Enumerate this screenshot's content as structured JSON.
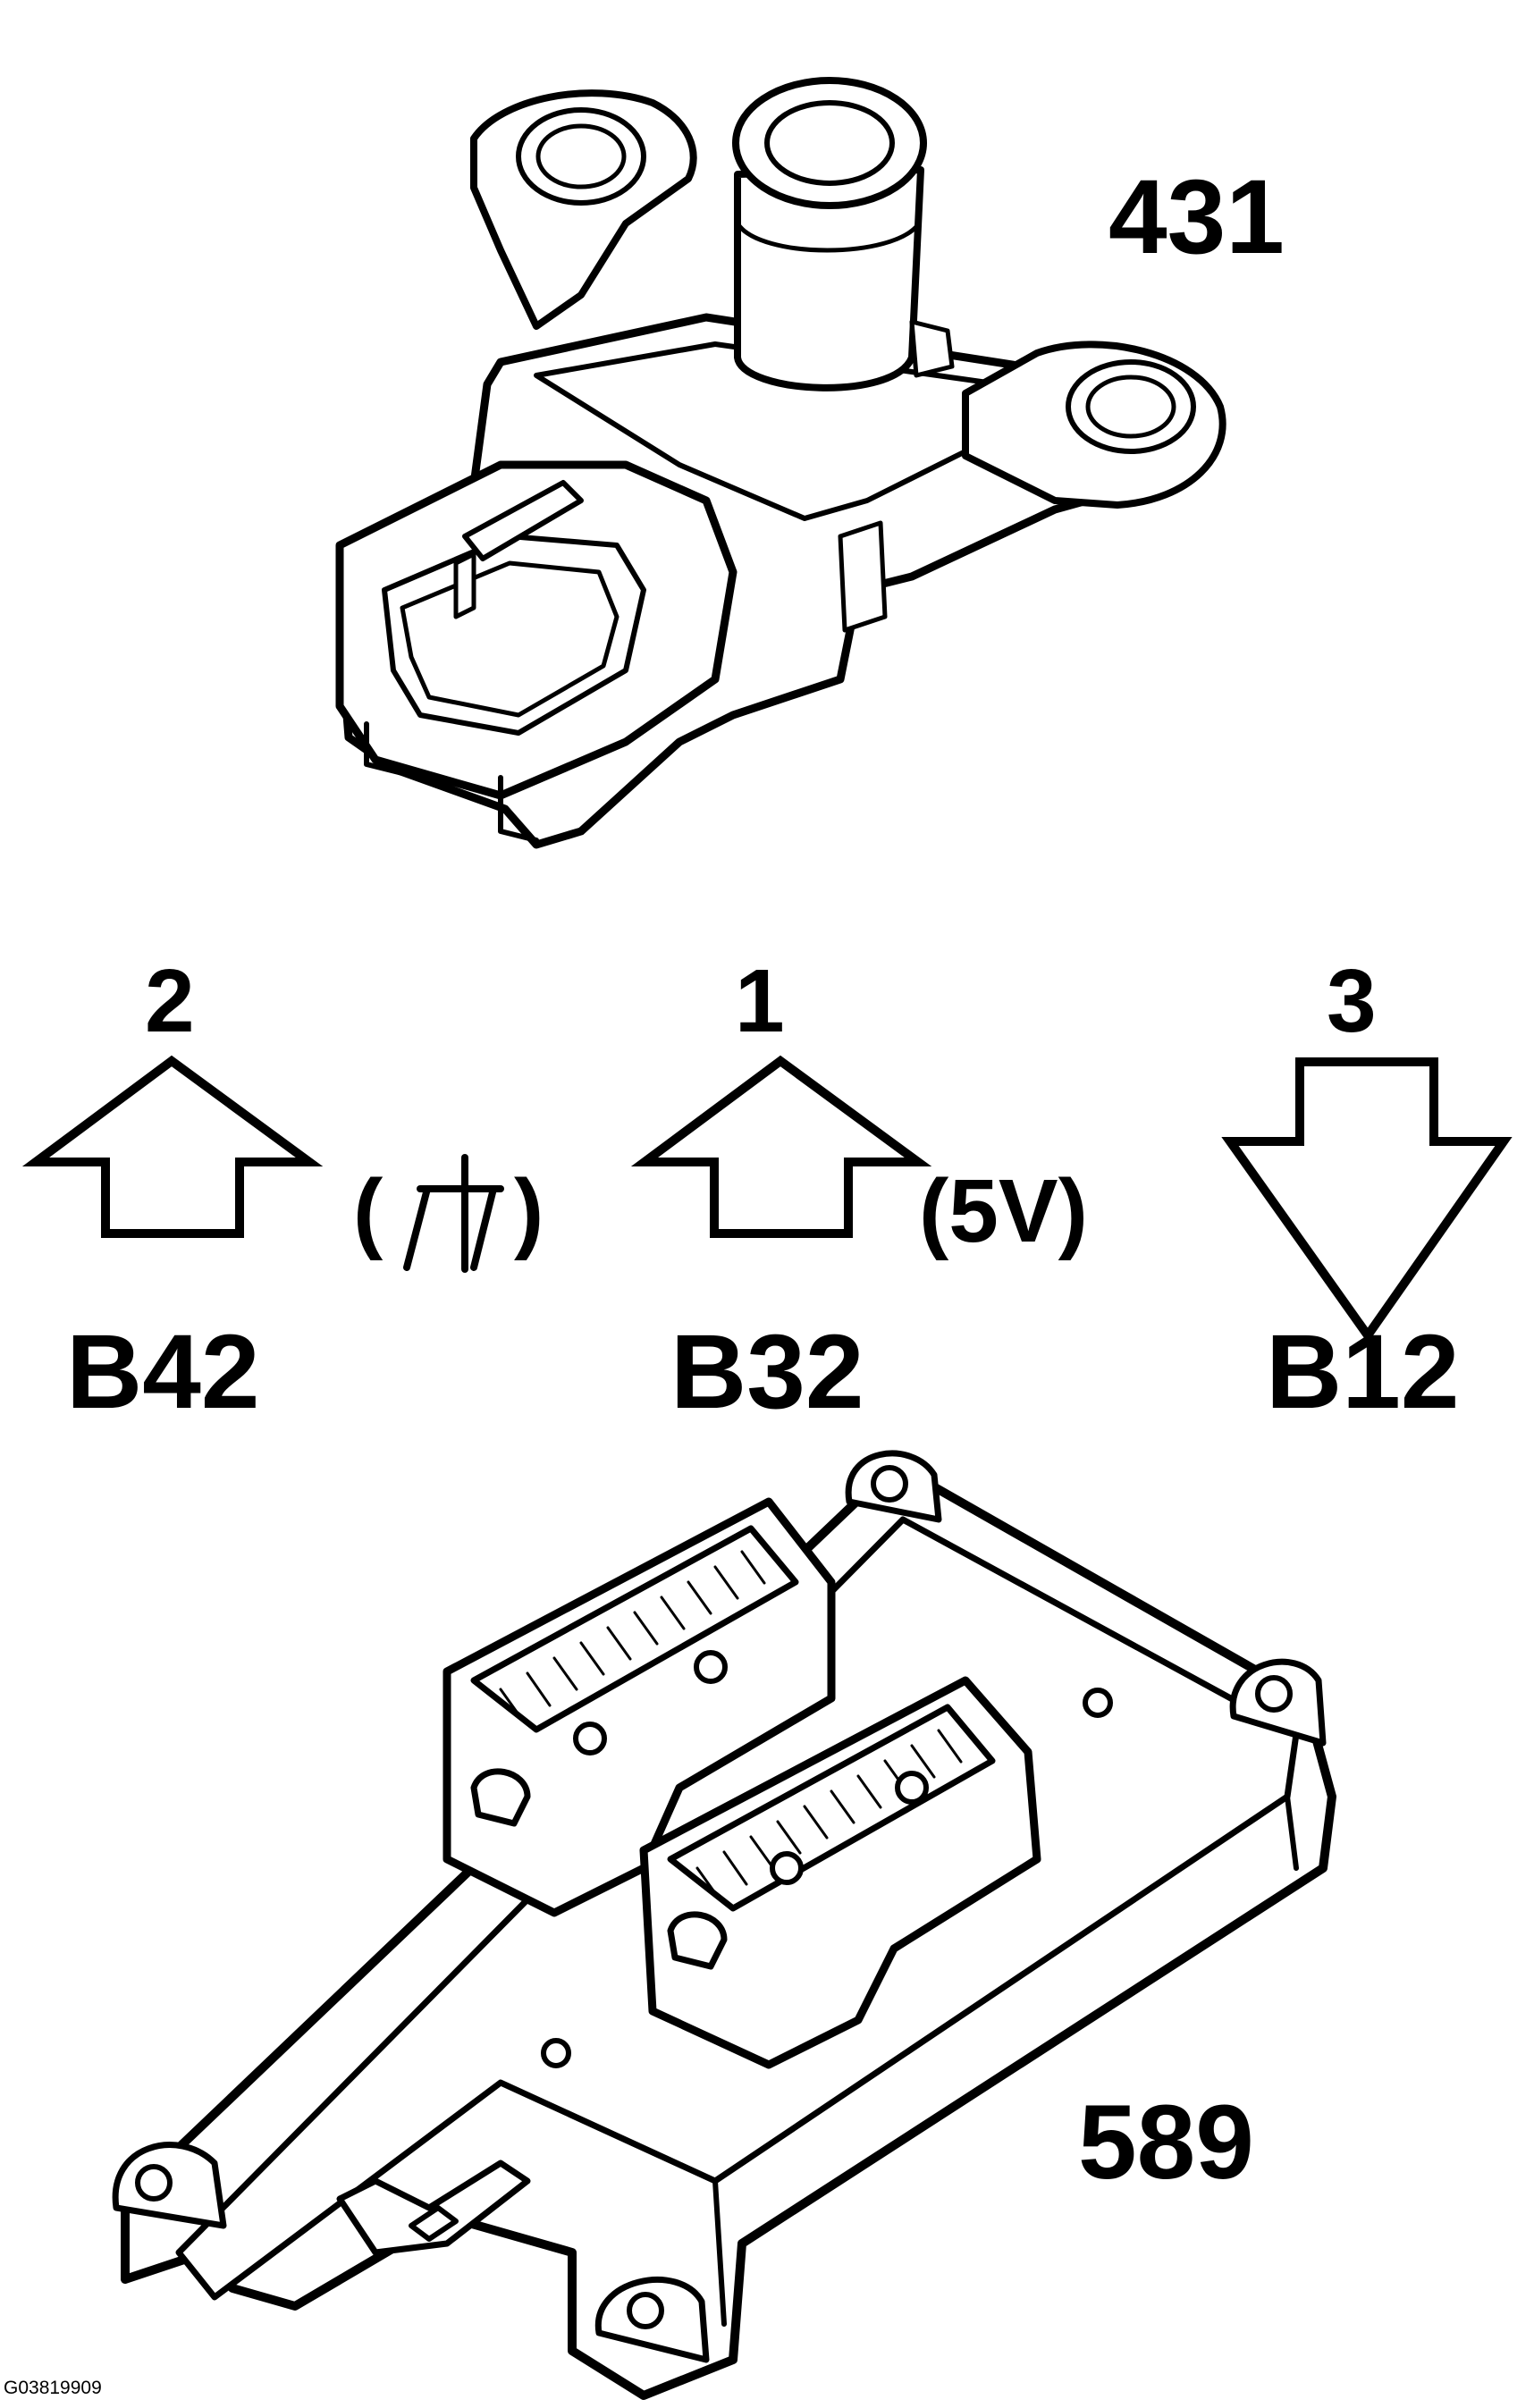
{
  "component_labels": {
    "sensor": "431",
    "module": "589"
  },
  "pins": [
    {
      "pin": "2",
      "terminal": "B42",
      "note": "",
      "direction": "up",
      "icon": "ground-symbol-icon"
    },
    {
      "pin": "1",
      "terminal": "B32",
      "note": "(5V)",
      "direction": "up",
      "icon": ""
    },
    {
      "pin": "3",
      "terminal": "B12",
      "note": "",
      "direction": "down",
      "icon": ""
    }
  ],
  "ground_note": {
    "open": "(",
    "close": ")"
  },
  "figure_id": "G03819909",
  "colors": {
    "line": "#000000",
    "background": "#ffffff"
  }
}
